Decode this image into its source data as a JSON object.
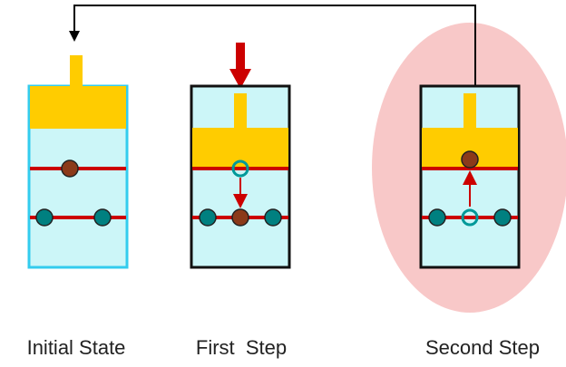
{
  "labels": {
    "initial": "Initial State",
    "first": "First  Step",
    "second": "Second Step"
  },
  "colors": {
    "chamber_fill": "#ccf6f8",
    "initial_border": "#33ccee",
    "step_border": "#111111",
    "piston": "#ffcc00",
    "level_line": "#cc0000",
    "teal_ball": "#008080",
    "brown_ball": "#8b3a1a",
    "arrow": "#cc0000",
    "highlight": "#f8c8c8",
    "loop_line": "#000000"
  },
  "icons": {
    "loop": "loop-back-arrow-icon",
    "push": "push-down-arrow-icon",
    "empty_site": "empty-ring-icon"
  }
}
